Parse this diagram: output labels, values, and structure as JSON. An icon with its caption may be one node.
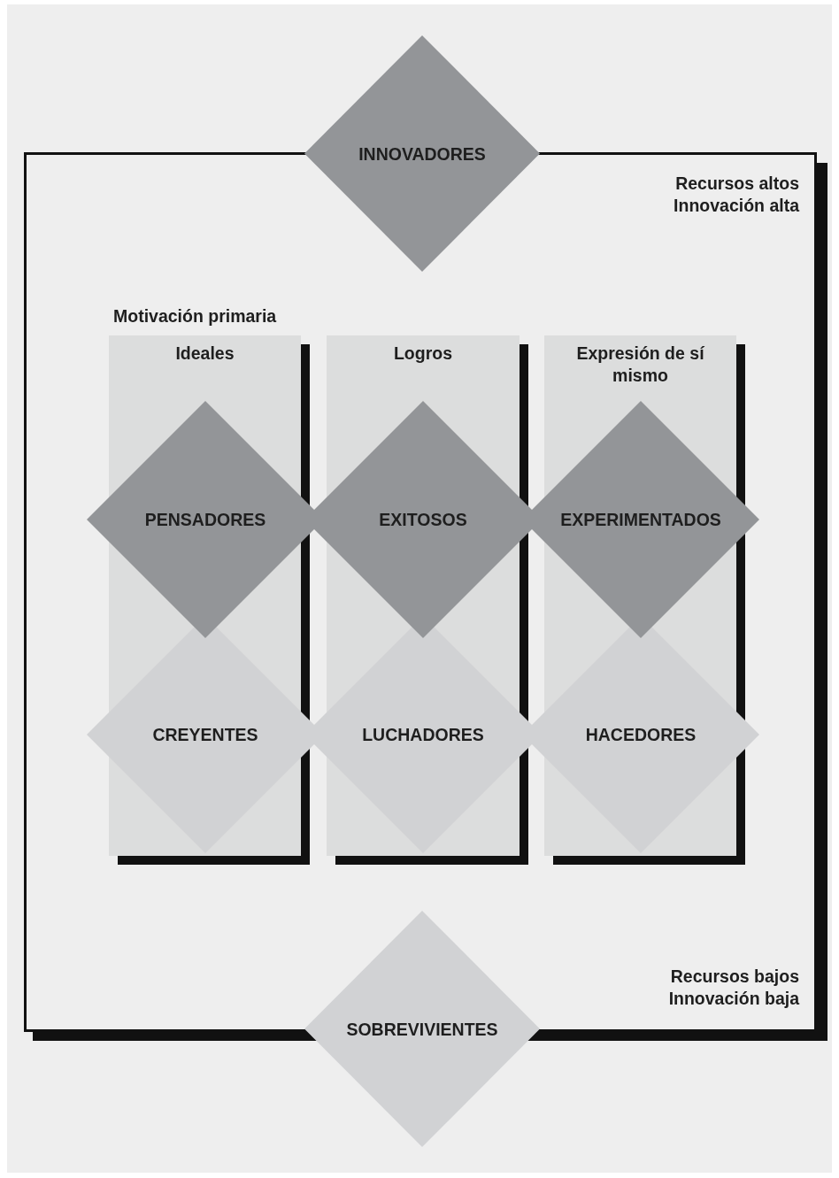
{
  "diagram": {
    "nodes": [
      {
        "text": [
          "INNOVADORES"
        ]
      },
      {
        "text": [
          "Ideales"
        ]
      },
      {
        "text": [
          "Logros"
        ]
      },
      {
        "text": [
          "Expresión de sí mismo"
        ]
      },
      {
        "text": [
          "PENSADORES"
        ]
      },
      {
        "text": [
          "EXITOSOS"
        ]
      },
      {
        "text": [
          "EXPERIMENTADOS"
        ]
      },
      {
        "text": [
          "CREYENTES"
        ]
      },
      {
        "text": [
          "LUCHADORES"
        ]
      },
      {
        "text": [
          "HACEDORES"
        ]
      },
      {
        "text": [
          "SOBREVIVIENTES"
        ]
      }
    ],
    "edges": [],
    "labels": [
      "Recursos altos Innovación alta",
      "Motivación primaria",
      "Recursos bajos Innovación baja"
    ]
  }
}
